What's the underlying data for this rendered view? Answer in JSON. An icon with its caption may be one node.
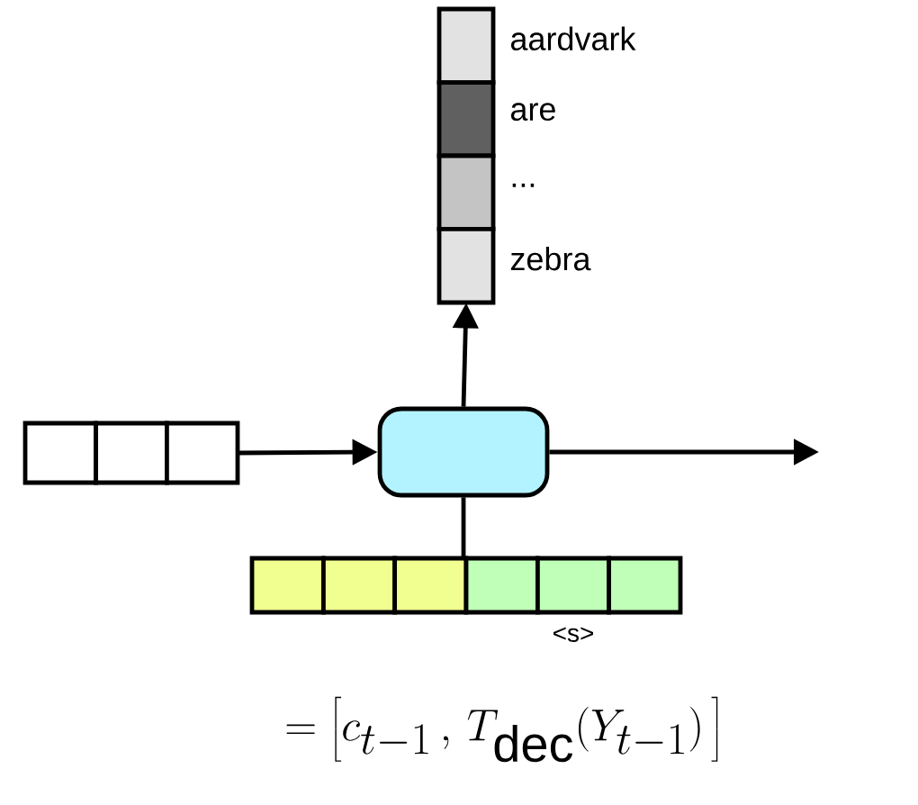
{
  "diagram": {
    "nodes": [
      {
        "text": [],
        "shape": "bar",
        "beside": [
          "aardvark",
          "are",
          "...",
          "zebra"
        ]
      },
      {
        "text": [],
        "shape": "bar"
      },
      {
        "text": [],
        "shape": "box"
      },
      {
        "text": [],
        "shape": "bar",
        "beside": [
          "<s>"
        ]
      }
    ],
    "edges": [
      {
        "from": 1,
        "to": 2,
        "arrow": "to"
      },
      {
        "from": 2,
        "to": 0,
        "arrow": "to"
      },
      {
        "from": 2,
        "to": null,
        "arrow": "to"
      },
      {
        "from": 3,
        "to": 2,
        "arrow": "none"
      }
    ],
    "labels": [
      "=\\left[c_{t-1}\\,,\\, T_{\\mathrm{dec}}(Y_{t-1})\\,\\right]"
    ]
  }
}
